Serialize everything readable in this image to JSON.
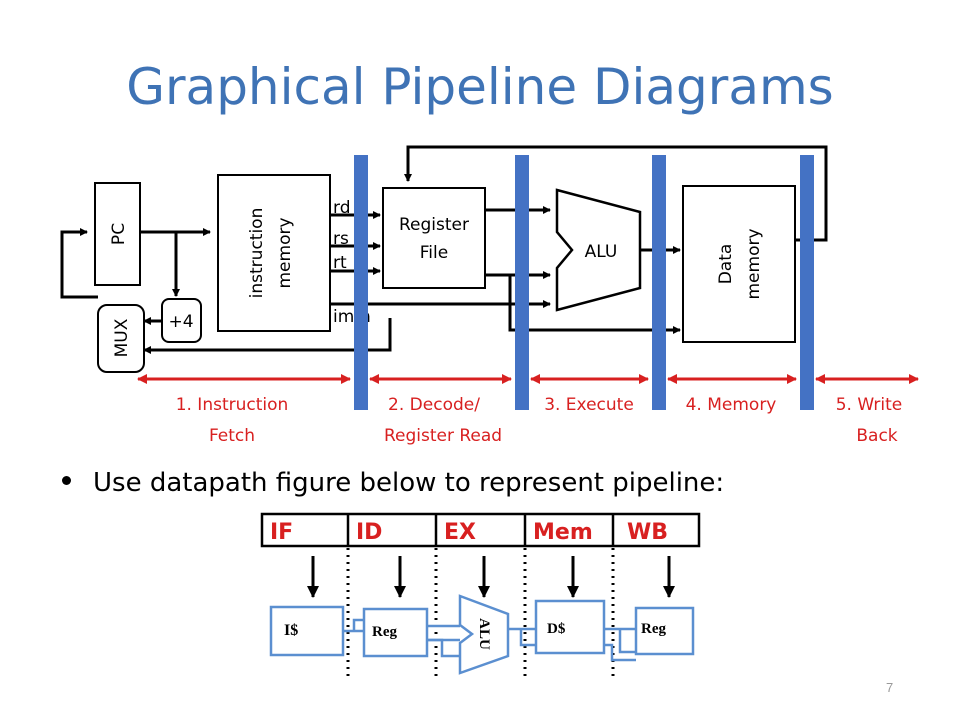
{
  "title": "Graphical Pipeline Diagrams",
  "bullet": "Use datapath figure below to represent pipeline:",
  "page_number": "7",
  "datapath": {
    "pc": "PC",
    "mux": "MUX",
    "plus4": "+4",
    "imem_line1": "instruction",
    "imem_line2": "memory",
    "rd": "rd",
    "rs": "rs",
    "rt": "rt",
    "imm": "imm",
    "regfile_line1": "Register",
    "regfile_line2": "File",
    "alu": "ALU",
    "dmem_line1": "Data",
    "dmem_line2": "memory"
  },
  "stages": [
    {
      "line1": "1. Instruction",
      "line2": "Fetch"
    },
    {
      "line1": "2. Decode/",
      "line2": "Register Read"
    },
    {
      "line1": "3. Execute",
      "line2": ""
    },
    {
      "line1": "4. Memory",
      "line2": ""
    },
    {
      "line1": "5. Write",
      "line2": "Back"
    }
  ],
  "pipeline": {
    "labels": [
      "IF",
      "ID",
      "EX",
      "Mem",
      "WB"
    ],
    "icache": "I$",
    "reg1": "Reg",
    "alu": "ALU",
    "dcache": "D$",
    "reg2": "Reg"
  },
  "colors": {
    "title": "#3f73b5",
    "register_bar": "#4472c4",
    "stage_text": "#d82020",
    "pipeline_box": "#5b8fd0"
  }
}
